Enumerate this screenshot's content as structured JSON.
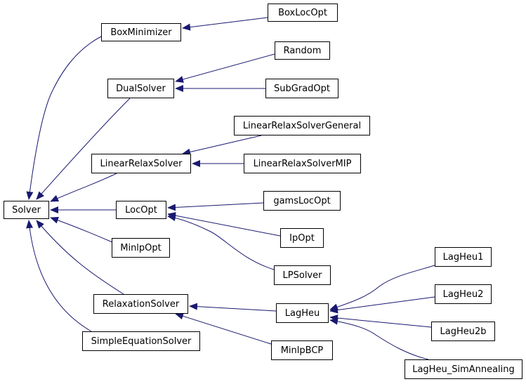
{
  "diagram": {
    "edge_color": "#191970",
    "nodes": [
      {
        "id": "solver",
        "label": "Solver"
      },
      {
        "id": "boxminimizer",
        "label": "BoxMinimizer"
      },
      {
        "id": "boxlocopt",
        "label": "BoxLocOpt"
      },
      {
        "id": "dualsolver",
        "label": "DualSolver"
      },
      {
        "id": "random",
        "label": "Random"
      },
      {
        "id": "subgradopt",
        "label": "SubGradOpt"
      },
      {
        "id": "linearrelaxsolver",
        "label": "LinearRelaxSolver"
      },
      {
        "id": "linearrelaxsolvergeneral",
        "label": "LinearRelaxSolverGeneral"
      },
      {
        "id": "linearrelaxsolvermip",
        "label": "LinearRelaxSolverMIP"
      },
      {
        "id": "locopt",
        "label": "LocOpt"
      },
      {
        "id": "gamslocopt",
        "label": "gamsLocOpt"
      },
      {
        "id": "ipopt",
        "label": "IpOpt"
      },
      {
        "id": "lpsolver",
        "label": "LPSolver"
      },
      {
        "id": "minlpopt",
        "label": "MinlpOpt"
      },
      {
        "id": "relaxationsolver",
        "label": "RelaxationSolver"
      },
      {
        "id": "lagheu",
        "label": "LagHeu"
      },
      {
        "id": "minlpbcp",
        "label": "MinlpBCP"
      },
      {
        "id": "simpleequationsolver",
        "label": "SimpleEquationSolver"
      },
      {
        "id": "lagheu1",
        "label": "LagHeu1"
      },
      {
        "id": "lagheu2",
        "label": "LagHeu2"
      },
      {
        "id": "lagheu2b",
        "label": "LagHeu2b"
      },
      {
        "id": "lagheu_simannealing",
        "label": "LagHeu_SimAnnealing"
      }
    ],
    "edges": [
      {
        "from": "boxminimizer",
        "to": "solver"
      },
      {
        "from": "dualsolver",
        "to": "solver"
      },
      {
        "from": "linearrelaxsolver",
        "to": "solver"
      },
      {
        "from": "locopt",
        "to": "solver"
      },
      {
        "from": "minlpopt",
        "to": "solver"
      },
      {
        "from": "relaxationsolver",
        "to": "solver"
      },
      {
        "from": "simpleequationsolver",
        "to": "solver"
      },
      {
        "from": "boxlocopt",
        "to": "boxminimizer"
      },
      {
        "from": "random",
        "to": "dualsolver"
      },
      {
        "from": "subgradopt",
        "to": "dualsolver"
      },
      {
        "from": "linearrelaxsolvergeneral",
        "to": "linearrelaxsolver"
      },
      {
        "from": "linearrelaxsolvermip",
        "to": "linearrelaxsolver"
      },
      {
        "from": "gamslocopt",
        "to": "locopt"
      },
      {
        "from": "ipopt",
        "to": "locopt"
      },
      {
        "from": "lpsolver",
        "to": "locopt"
      },
      {
        "from": "lagheu",
        "to": "relaxationsolver"
      },
      {
        "from": "minlpbcp",
        "to": "relaxationsolver"
      },
      {
        "from": "lagheu1",
        "to": "lagheu"
      },
      {
        "from": "lagheu2",
        "to": "lagheu"
      },
      {
        "from": "lagheu2b",
        "to": "lagheu"
      },
      {
        "from": "lagheu_simannealing",
        "to": "lagheu"
      }
    ]
  }
}
